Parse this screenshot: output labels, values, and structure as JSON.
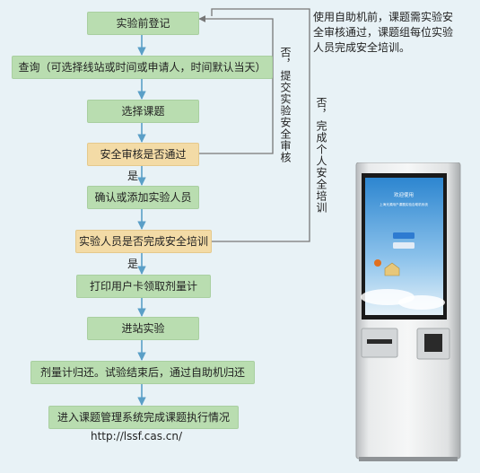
{
  "flow": {
    "steps": [
      "实验前登记",
      "查询（可选择线站或时间或申请人，时间默认当天）",
      "选择课题",
      "安全审核是否通过",
      "确认或添加实验人员",
      "实验人员是否完成安全培训",
      "打印用户卡领取剂量计",
      "进站实验",
      "剂量计归还。试验结束后，通过自助机归还",
      "进入课题管理系统完成课题执行情况"
    ],
    "yes_label_1": "是",
    "yes_label_2": "是",
    "no_label_1": "否，提交实验安全审核",
    "no_label_2": "否，完成个人安全培训",
    "url": "http://lssf.cas.cn/"
  },
  "note": {
    "line1": "使用自助机前，课题需实验安",
    "line2": "全审核通过，课题组每位实验",
    "line3": "人员完成安全培训。"
  },
  "kiosk": {
    "screen_title": "欢迎使用",
    "screen_subtitle": "上海光源用户课题实验自助机系统"
  }
}
